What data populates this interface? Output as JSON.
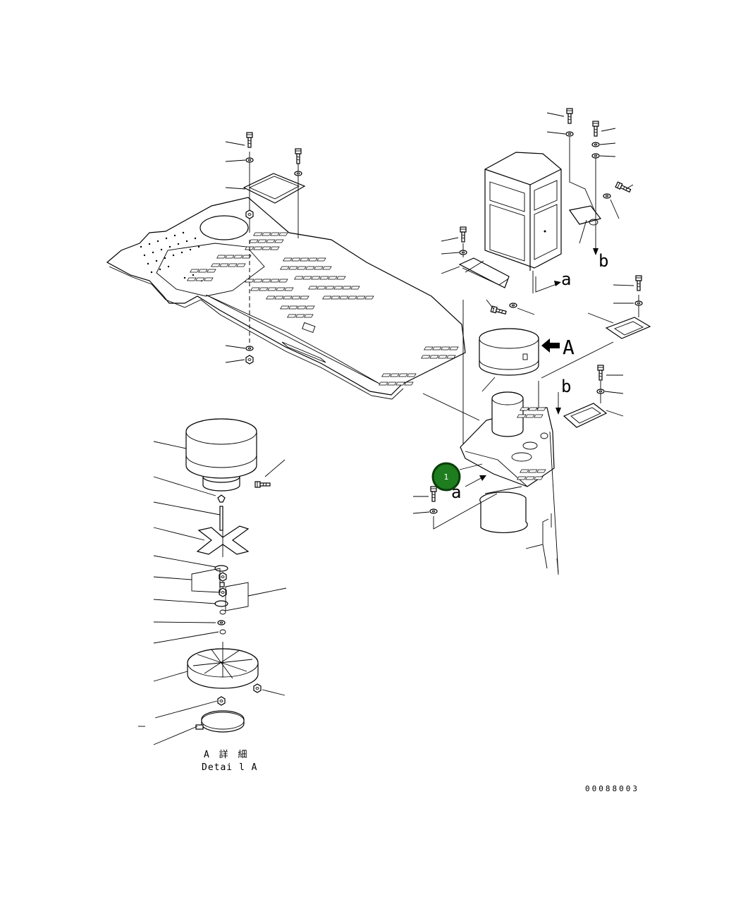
{
  "callout": {
    "number": "1",
    "color": "#1e7d1e",
    "ring": "#0a3d0a"
  },
  "view_letters": {
    "A": "A",
    "a_upper": "a",
    "a_lower": "a",
    "b_upper": "b",
    "b_lower": "b"
  },
  "detail_caption": {
    "jp": "A 詳 細",
    "en": "Detai l A"
  },
  "drawing_number": "00088003",
  "icons": [
    "bolt-icon",
    "washer-icon",
    "nut-icon",
    "view-arrow-icon"
  ]
}
